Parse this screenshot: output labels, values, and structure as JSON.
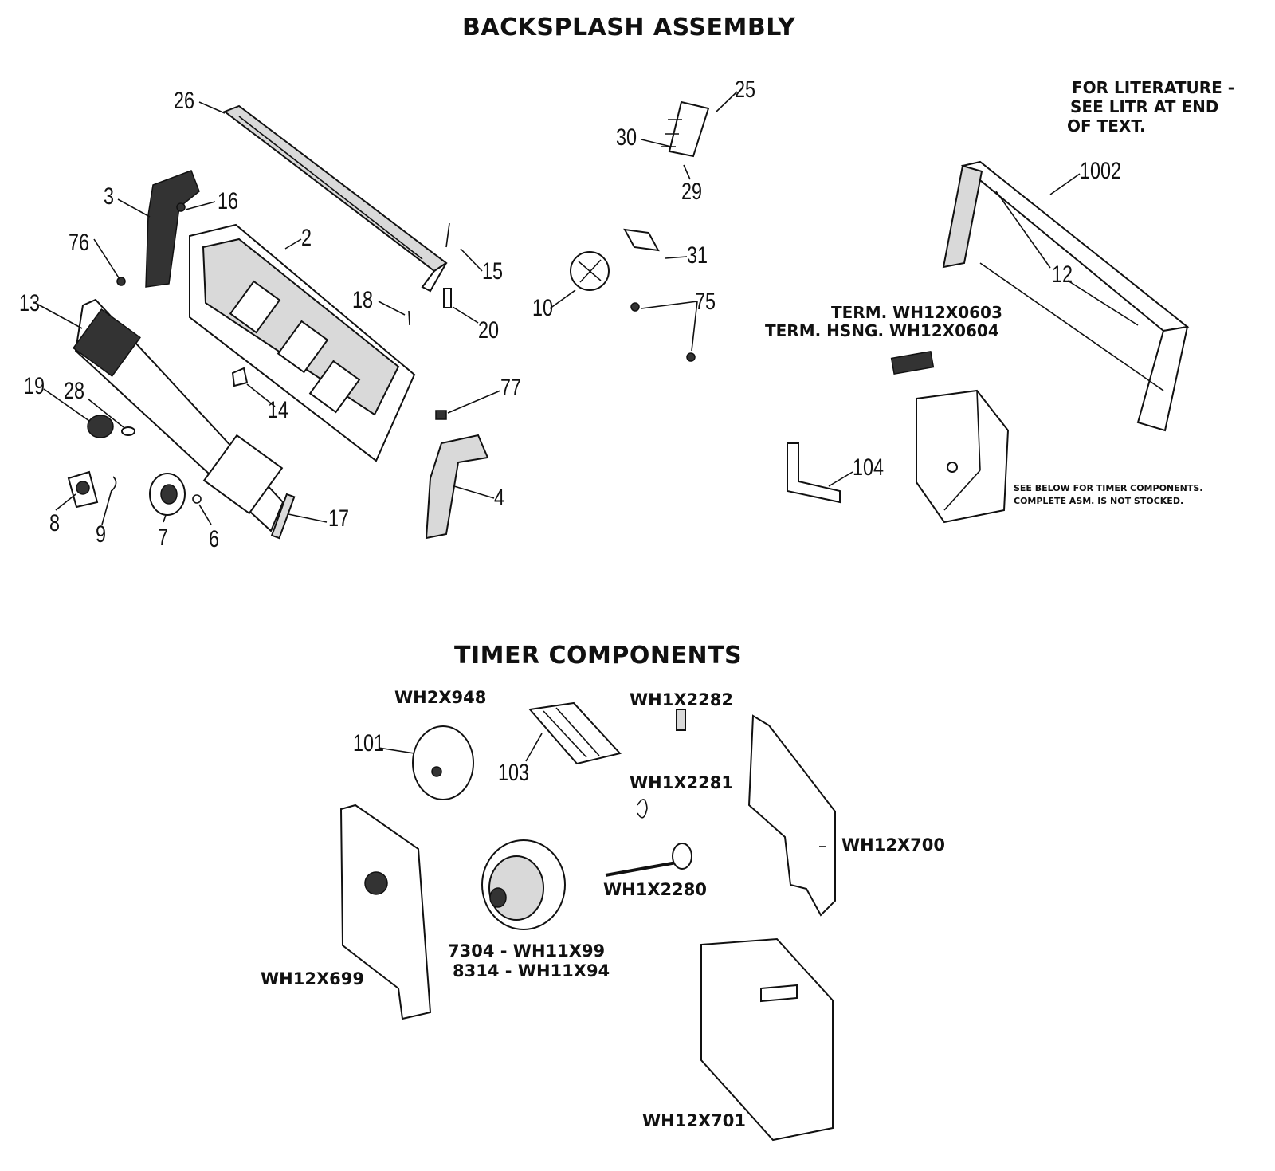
{
  "titles": {
    "backsplash": "BACKSPLASH ASSEMBLY",
    "timer": "TIMER COMPONENTS"
  },
  "notes": {
    "literature": [
      "FOR LITERATURE -",
      "SEE LITR AT END",
      "OF TEXT."
    ],
    "term": "TERM. WH12X0603",
    "term_hsng": "TERM. HSNG. WH12X0604",
    "timer_note": [
      "SEE BELOW FOR TIMER COMPONENTS.",
      "COMPLETE ASM. IS NOT STOCKED."
    ]
  },
  "callouts": {
    "c26": "26",
    "c25": "25",
    "c30": "30",
    "c29": "29",
    "c1002": "1002",
    "c3": "3",
    "c16": "16",
    "c2": "2",
    "c15": "15",
    "c76": "76",
    "c31": "31",
    "c12": "12",
    "c10": "10",
    "c18": "18",
    "c20": "20",
    "c75": "75",
    "c13": "13",
    "c14": "14",
    "c77": "77",
    "c19": "19",
    "c28": "28",
    "c104": "104",
    "c4": "4",
    "c8": "8",
    "c9": "9",
    "c7": "7",
    "c6": "6",
    "c17": "17"
  },
  "timer_parts": {
    "wh2x948": "WH2X948",
    "wh1x2282": "WH1X2282",
    "p101": "101",
    "p103": "103",
    "wh1x2281": "WH1X2281",
    "wh12x700": "WH12X700",
    "wh1x2280": "WH1X2280",
    "cam_7304": "7304 - WH11X99",
    "cam_8314": "8314 - WH11X94",
    "wh12x699": "WH12X699",
    "wh12x701": "WH12X701"
  }
}
